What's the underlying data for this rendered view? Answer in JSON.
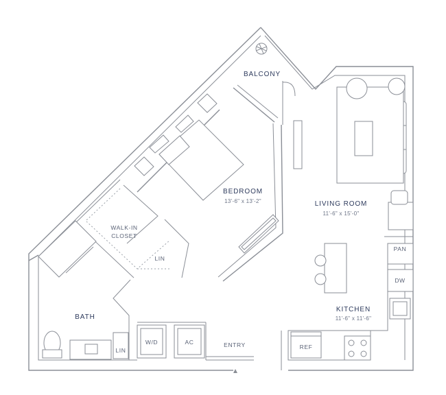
{
  "rooms": {
    "balcony": "BALCONY",
    "bedroom": "BEDROOM",
    "bedroom_dim": "13'-6\" x 13'-2\"",
    "walk_in_line1": "WALK-IN",
    "walk_in_line2": "CLOSET",
    "lin_upper": "LIN",
    "living_room": "LIVING ROOM",
    "living_dim": "11'-6\" x 15'-0\"",
    "kitchen": "KITCHEN",
    "kitchen_dim": "11'-6\" x 11'-6\"",
    "bath": "BATH",
    "lin_lower": "LIN",
    "entry": "ENTRY"
  },
  "fixtures": {
    "washer_dryer": "W/D",
    "ac": "AC",
    "ref": "REF",
    "pantry": "PAN",
    "dishwasher": "DW"
  },
  "colors": {
    "wall": "#8a8e96",
    "label": "#2d3a5c"
  }
}
